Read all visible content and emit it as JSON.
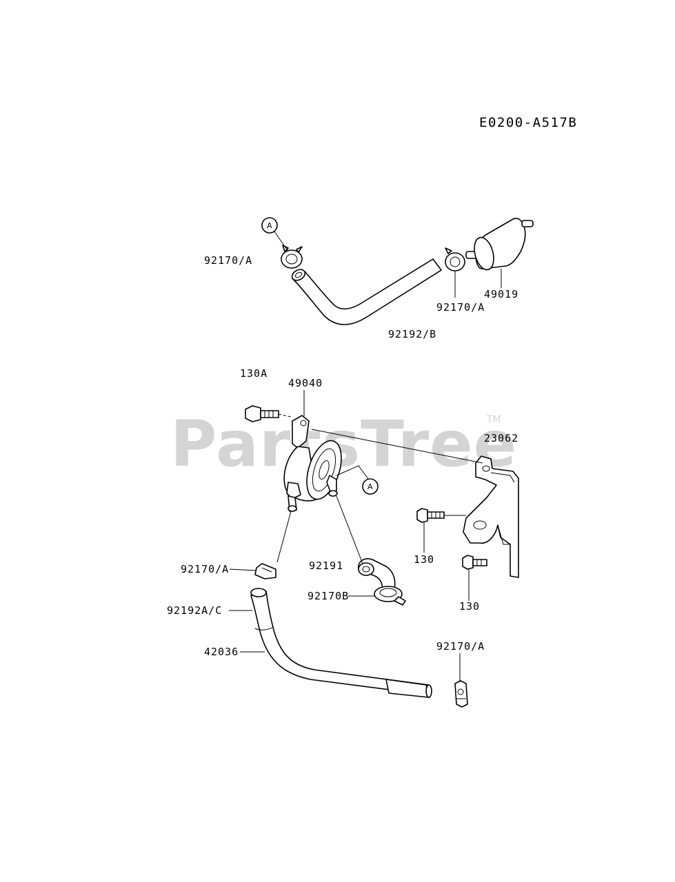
{
  "diagram_code": "E0200-A517B",
  "watermark": {
    "brand": "PartsTree",
    "mark": "TM"
  },
  "callouts": {
    "ref_a_top": "A",
    "ref_a_mid": "A"
  },
  "parts": {
    "clamp_top_left": "92170/A",
    "clamp_top_right": "92170/A",
    "fuel_filter": "49019",
    "hose_top": "92192/B",
    "bolt_130a": "130A",
    "fuel_pump": "49040",
    "bracket": "23062",
    "bolt_130_upper": "130",
    "bolt_130_lower": "130",
    "clamp_mid_left": "92170/A",
    "elbow_hose": "92191",
    "clamp_92170b": "92170B",
    "hose_92192ac": "92192A/C",
    "hose_42036": "42036",
    "clamp_bottom_right": "92170/A"
  }
}
